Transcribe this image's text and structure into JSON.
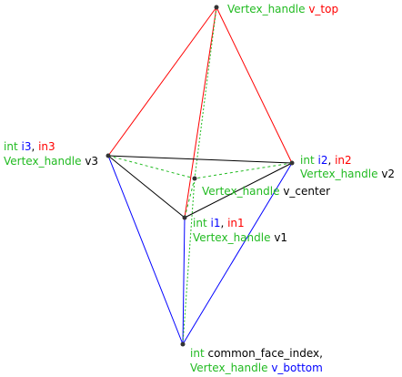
{
  "colors": {
    "green": "#22bb22",
    "red": "#ff0000",
    "blue": "#0000ff",
    "black": "#000000",
    "vertex": "#333333"
  },
  "labels": {
    "v_top": {
      "type": "Vertex_handle",
      "name": "v_top"
    },
    "v3": {
      "int_kw": "int",
      "index": "i3",
      "sep": ", ",
      "index_red": "in3",
      "type": "Vertex_handle",
      "name": "v3"
    },
    "v2": {
      "int_kw": "int",
      "index": "i2",
      "sep": ", ",
      "index_red": "in2",
      "type": "Vertex_handle",
      "name": "v2"
    },
    "v_center": {
      "type": "Vertex_handle",
      "name": "v_center"
    },
    "v1": {
      "int_kw": "int",
      "index": "i1",
      "sep": ", ",
      "index_red": "in1",
      "type": "Vertex_handle",
      "name": "v1"
    },
    "v_bottom": {
      "int_kw": "int",
      "line1_rest": "common_face_index,",
      "type": "Vertex_handle",
      "name": "v_bottom"
    }
  }
}
